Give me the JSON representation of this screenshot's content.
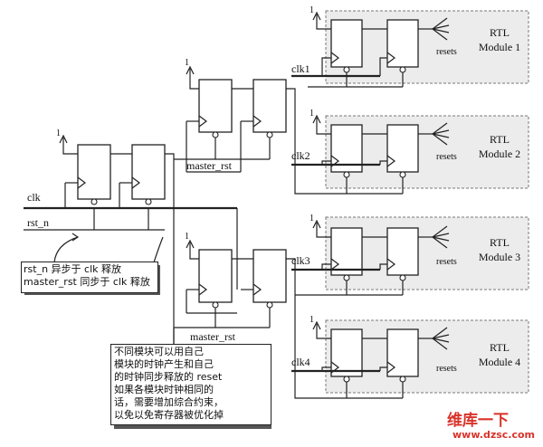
{
  "labels": {
    "clk": "clk",
    "rst_n": "rst_n",
    "one": "1",
    "master_rst": "master_rst",
    "resets": "resets"
  },
  "modules": [
    {
      "clk": "clk1",
      "title": "RTL",
      "name": "Module 1"
    },
    {
      "clk": "clk2",
      "title": "RTL",
      "name": "Module 2"
    },
    {
      "clk": "clk3",
      "title": "RTL",
      "name": "Module 3"
    },
    {
      "clk": "clk4",
      "title": "RTL",
      "name": "Module 4"
    }
  ],
  "note_left": {
    "line1": "rst_n 异步于 clk 释放",
    "line2": "master_rst 同步于 clk 释放"
  },
  "note_bottom": {
    "line1": "不同模块可以用自己",
    "line2": "模块的时钟产生和自己",
    "line3": "的时钟同步释放的 reset",
    "line4": "如果各模块时钟相同的",
    "line5": "话，需要增加综合约束，",
    "line6": "以免以免寄存器被优化掉"
  },
  "watermark": {
    "logo": "维库一下",
    "url": "www.dzsc.com"
  },
  "colors": {
    "watermark": "#d8332a",
    "module_fill": "#ececec"
  }
}
